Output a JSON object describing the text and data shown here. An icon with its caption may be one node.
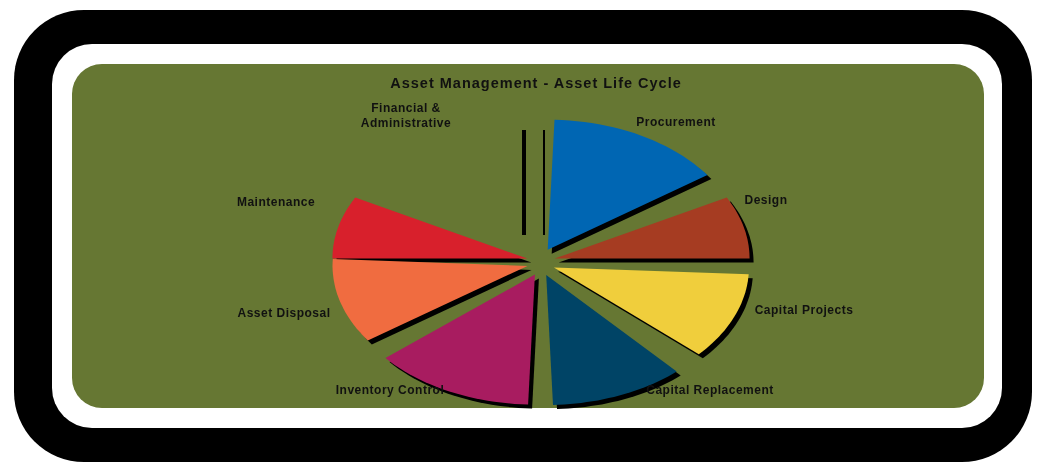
{
  "diagram": {
    "title": "Asset Management - Asset Life Cycle",
    "nodes": [
      {
        "text": [
          "Financial & Administrative"
        ]
      },
      {
        "text": [
          "Procurement"
        ]
      },
      {
        "text": [
          "Design"
        ]
      },
      {
        "text": [
          "Maintenance"
        ]
      },
      {
        "text": [
          "Capital Projects"
        ]
      },
      {
        "text": [
          "Asset Disposal"
        ]
      },
      {
        "text": [
          "Inventory Control"
        ]
      },
      {
        "text": [
          "Capital Replacement"
        ]
      }
    ]
  }
}
